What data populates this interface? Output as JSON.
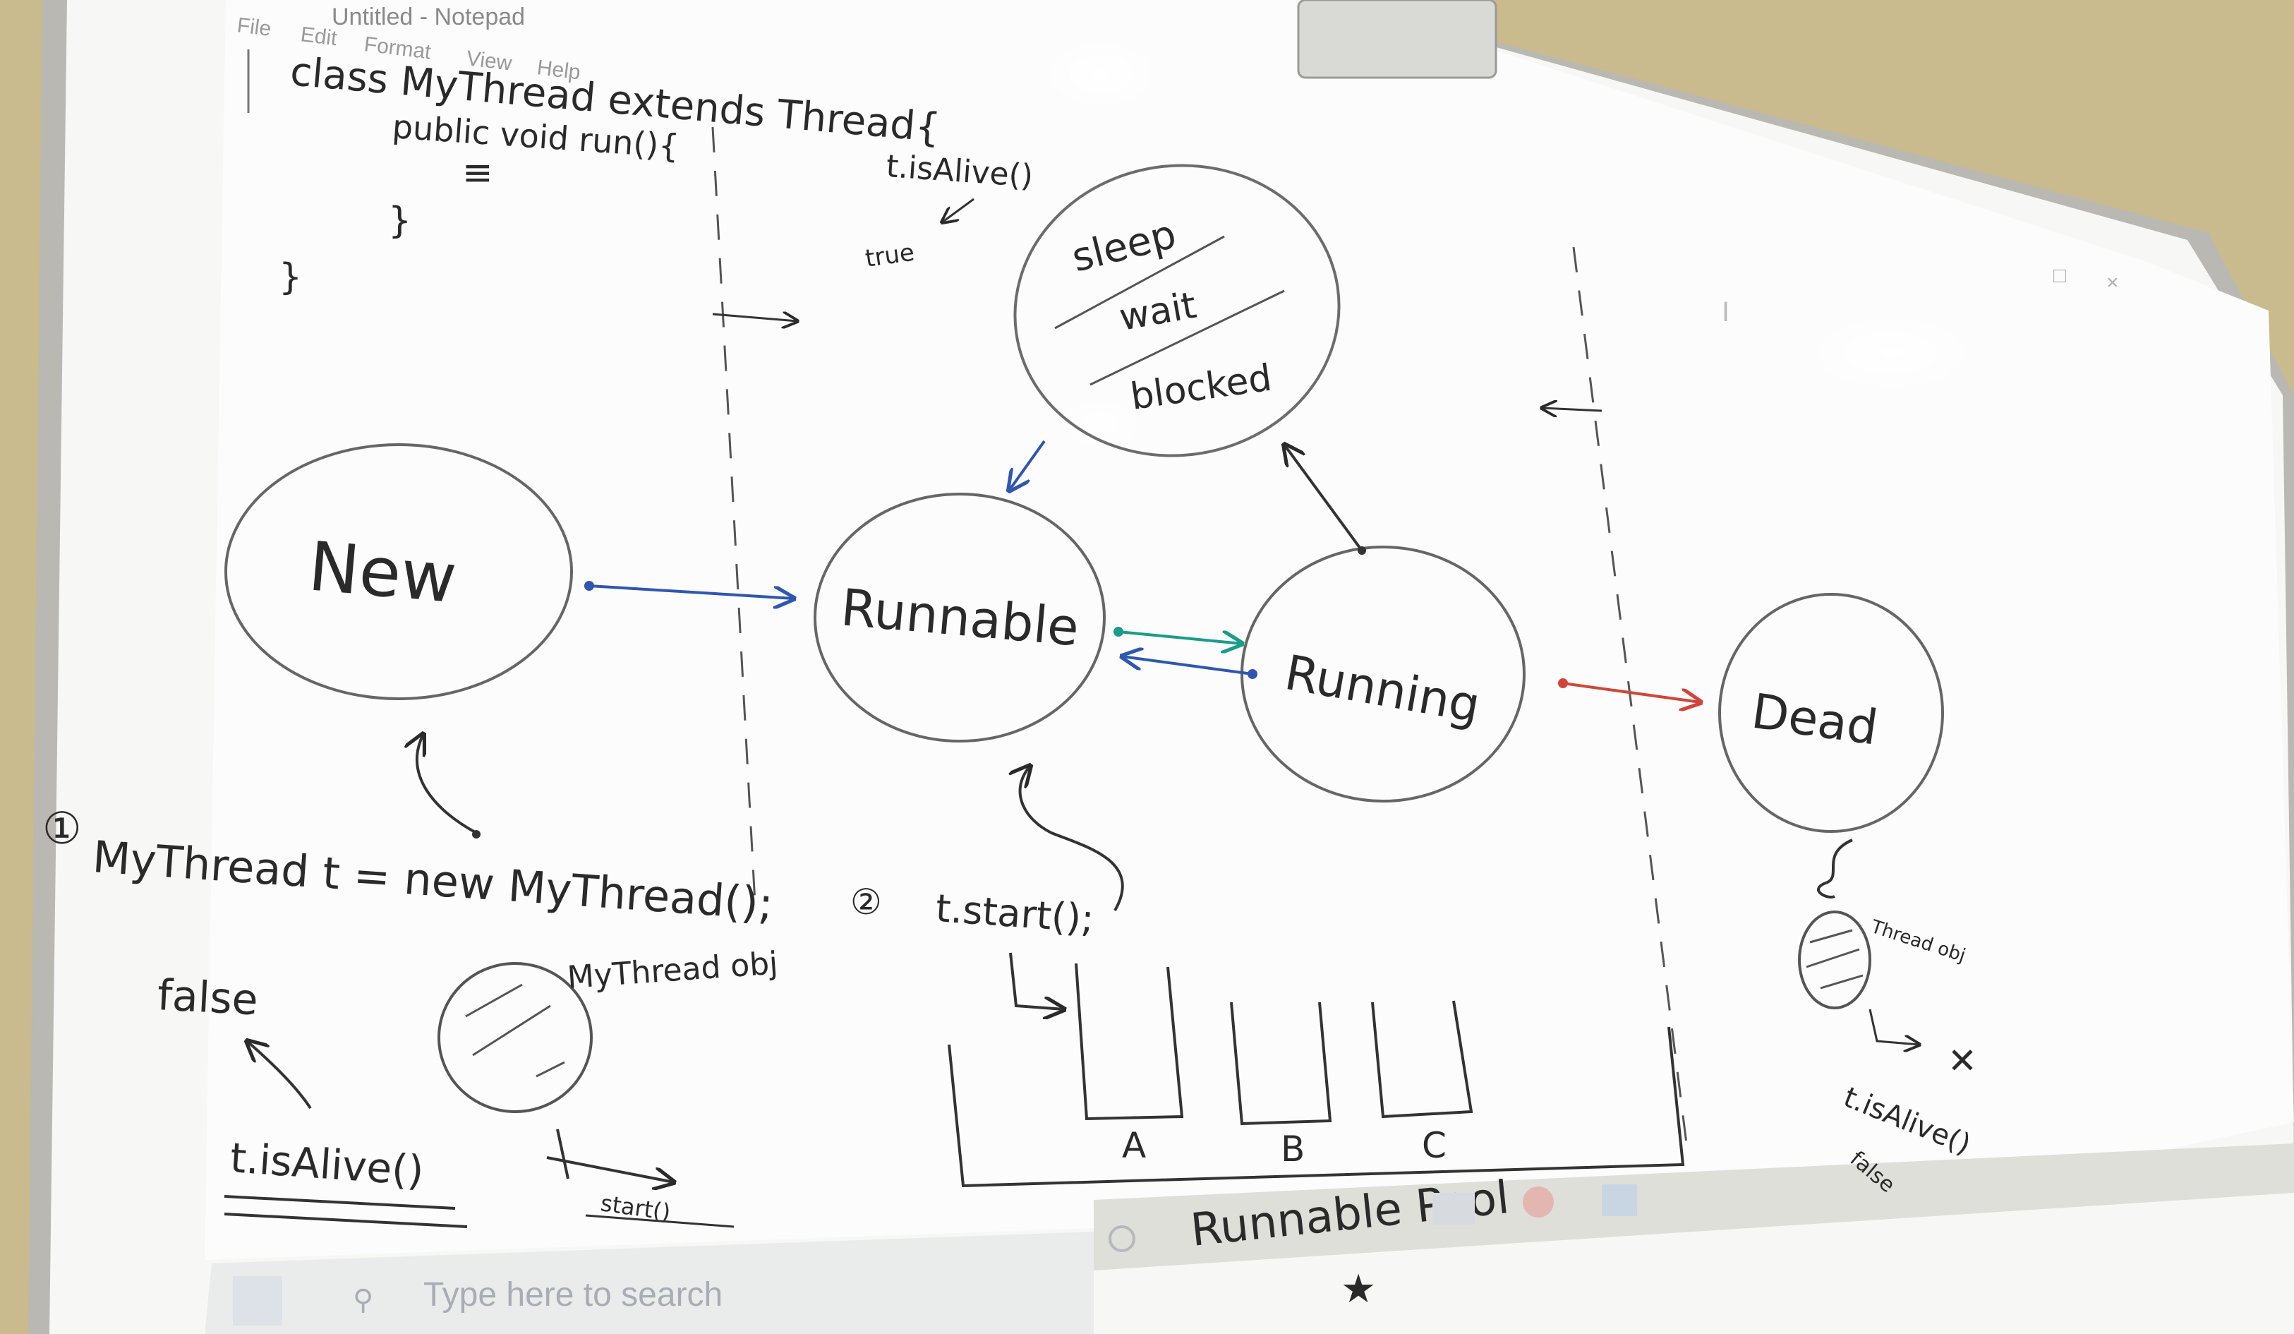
{
  "notepad": {
    "title": "Untitled - Notepad",
    "menu": [
      "File",
      "Edit",
      "Format",
      "View",
      "Help"
    ]
  },
  "code": {
    "line1": "class MyThread extends Thread{",
    "line2": "public void run(){",
    "line3": "≡",
    "line4": "}",
    "line5": "}"
  },
  "states": {
    "new": "New",
    "runnable": "Runnable",
    "running": "Running",
    "dead": "Dead",
    "sleep": "sleep",
    "wait": "wait",
    "blocked": "blocked"
  },
  "notes": {
    "is_alive_top": "t.isAlive()",
    "true_label": "true",
    "step1_number": "①",
    "step1": "MyThread t = new MyThread();",
    "false_label": "false",
    "is_alive_bottom": "t.isAlive()",
    "mythread_obj": "MyThread obj",
    "start_small": "start()",
    "step2_number": "②",
    "step2": "t.start();",
    "pool_a": "A",
    "pool_b": "B",
    "pool_c": "C",
    "pool_label": "Runnable Pool",
    "thread_obj": "Thread obj",
    "is_alive_dead": "t.isAlive()",
    "false_dead": "false"
  },
  "taskbar": {
    "search_placeholder": "Type here to search"
  },
  "colors": {
    "arrow_new_runnable": "#2f56b0",
    "arrow_runnable_running": "#1a9c8a",
    "arrow_running_runnable": "#2f56b0",
    "arrow_running_dead": "#d0453a",
    "marker": "#2a2a2a"
  }
}
